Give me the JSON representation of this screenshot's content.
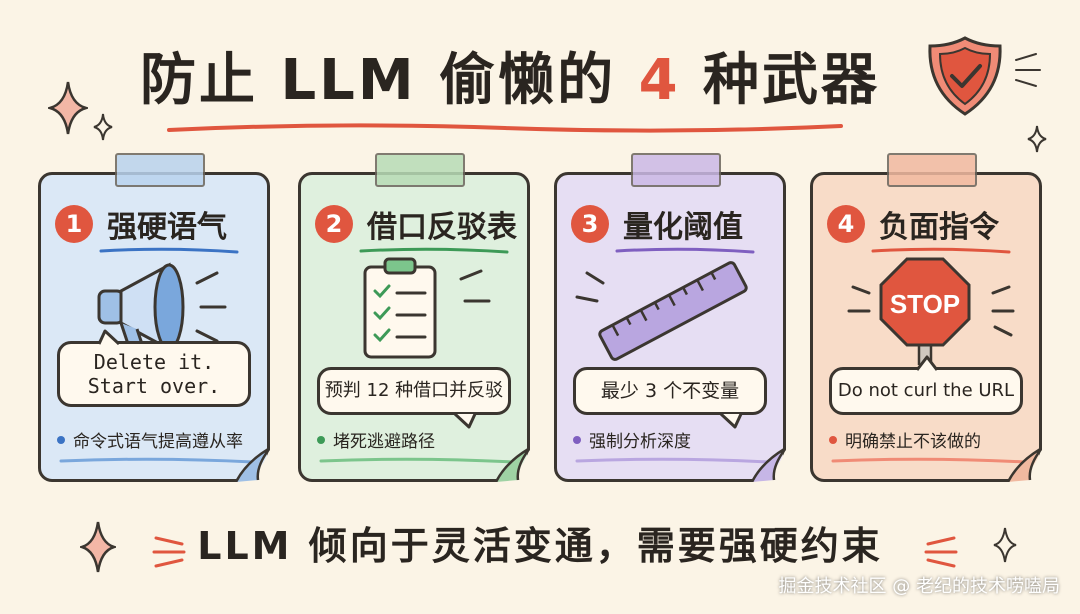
{
  "title": {
    "prefix": "防止 LLM 偷懒的 ",
    "number": "4",
    "suffix": " 种武器"
  },
  "cards": [
    {
      "number": "1",
      "title": "强硬语气",
      "bubble": "Delete it.\nStart over.",
      "note": "命令式语气提高遵从率",
      "icon": "megaphone-icon",
      "bg": "#dbe8f6",
      "tape": "#b9d3ee",
      "accent": "#3b73c4"
    },
    {
      "number": "2",
      "title": "借口反驳表",
      "bubble": "预判 12 种借口并反驳",
      "note": "堵死逃避路径",
      "icon": "clipboard-checklist-icon",
      "bg": "#dff0de",
      "tape": "#b8dcb6",
      "accent": "#3d9a57"
    },
    {
      "number": "3",
      "title": "量化阈值",
      "bubble": "最少 3 个不变量",
      "note": "强制分析深度",
      "icon": "ruler-icon",
      "bg": "#e6def3",
      "tape": "#cbb9e6",
      "accent": "#7f5fc0"
    },
    {
      "number": "4",
      "title": "负面指令",
      "bubble": "Do not curl the URL",
      "note": "明确禁止不该做的",
      "icon": "stop-sign-icon",
      "bg": "#f8dcc8",
      "tape": "#f1b9a0",
      "accent": "#e0563f",
      "sign_text": "STOP"
    }
  ],
  "bottom_text": "LLM 倾向于灵活变通，需要强硬约束",
  "watermark": "掘金技术社区 @ 老纪的技术唠嗑局",
  "colors": {
    "background": "#fbf4e6",
    "accent": "#e0563f",
    "ink": "#2a2520"
  }
}
